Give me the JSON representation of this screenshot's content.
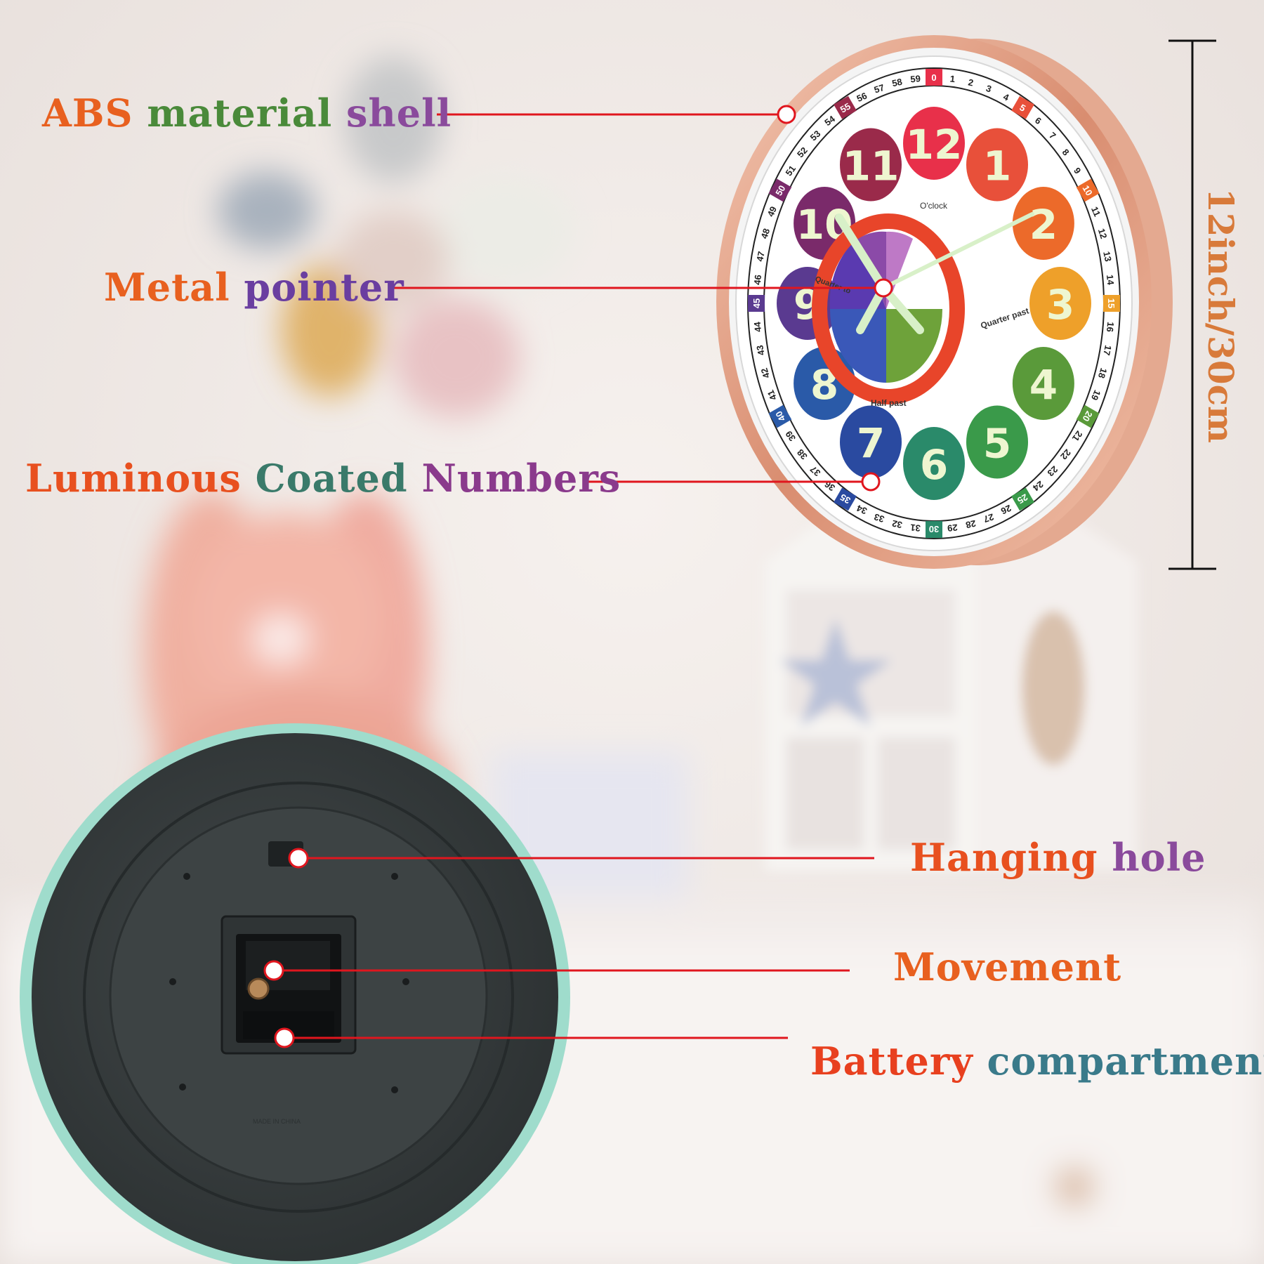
{
  "callouts": {
    "abs_shell": {
      "words": [
        {
          "text": "ABS",
          "color": "#e8601f"
        },
        {
          "text": "material",
          "color": "#4a8a3a"
        },
        {
          "text": "shell",
          "color": "#8a4a9c"
        }
      ]
    },
    "metal_pointer": {
      "words": [
        {
          "text": "Metal",
          "color": "#e8601f"
        },
        {
          "text": "pointer",
          "color": "#6a3ea0"
        }
      ]
    },
    "luminous_numbers": {
      "words": [
        {
          "text": "Luminous",
          "color": "#e8501f"
        },
        {
          "text": "Coated",
          "color": "#3a7a6a"
        },
        {
          "text": "Numbers",
          "color": "#8a3a8c"
        }
      ]
    },
    "hanging_hole": {
      "words": [
        {
          "text": "Hanging",
          "color": "#e8501f"
        },
        {
          "text": "hole",
          "color": "#8a4a9c"
        }
      ]
    },
    "movement": {
      "words": [
        {
          "text": "Movement",
          "color": "#e8601f"
        }
      ]
    },
    "battery": {
      "words": [
        {
          "text": "Battery",
          "color": "#e8401f"
        },
        {
          "text": "compartment",
          "color": "#3a7a8a"
        }
      ]
    }
  },
  "dimension": {
    "text": "12inch/30cm",
    "color": "#d87a3a"
  },
  "clock_face": {
    "hours": [
      "12",
      "1",
      "2",
      "3",
      "4",
      "5",
      "6",
      "7",
      "8",
      "9",
      "10",
      "11"
    ],
    "hour_colors": [
      "#e8304a",
      "#e8503a",
      "#ec6a2a",
      "#eea02a",
      "#5a9a3a",
      "#3a9a4a",
      "#2a8a6a",
      "#2a4aa0",
      "#2a5aa8",
      "#5a3a90",
      "#7a2a6a",
      "#9a2a4a"
    ],
    "oclock_label": "O'clock",
    "quarter_past_label": "Quarter past",
    "half_past_label": "Half past",
    "quarter_to_label": "Quarter to",
    "minute_highlights": [
      "0",
      "5",
      "10",
      "15",
      "20",
      "25",
      "30",
      "35",
      "40",
      "45",
      "50",
      "55"
    ]
  },
  "back_text": "MADE IN CHINA",
  "colors": {
    "line_red": "#e0161e",
    "rim_rose": "#e2a58c",
    "back_case": "#3a3f40",
    "back_rim": "#9fdccc"
  }
}
